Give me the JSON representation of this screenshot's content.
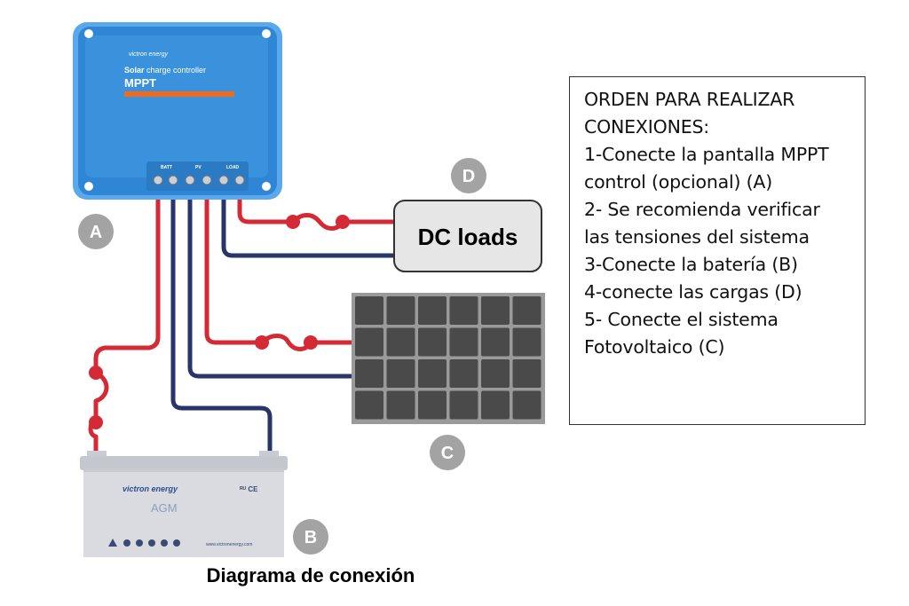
{
  "controller": {
    "brand": "victron energy",
    "subtitle_bold": "Solar",
    "subtitle_rest": " charge controller",
    "model": "MPPT",
    "terminal_batt": "BATT",
    "terminal_pv": "PV",
    "terminal_load": "LOAD",
    "body_color": "#2f86d4",
    "accent_color": "#f26a1b"
  },
  "badges": {
    "a": "A",
    "b": "B",
    "c": "C",
    "d": "D"
  },
  "dc_loads": {
    "label": "DC loads"
  },
  "battery": {
    "brand": "victron energy",
    "type": "AGM",
    "cert": "ᴿᵁ CE",
    "url": "www.victronenergy.com"
  },
  "wires": {
    "positive_color": "#d42a36",
    "negative_color": "#27356b"
  },
  "instructions": {
    "lines": [
      "ORDEN PARA REALIZAR",
      "CONEXIONES:",
      "1-Conecte la pantalla MPPT",
      "control (opcional) (A)",
      "2- Se recomienda verificar",
      "las tensiones del sistema",
      "3-Conecte la batería (B)",
      "4-conecte las cargas (D)",
      "5- Conecte el sistema",
      "Fotovoltaico (C)"
    ]
  },
  "caption": "Diagrama de conexión"
}
